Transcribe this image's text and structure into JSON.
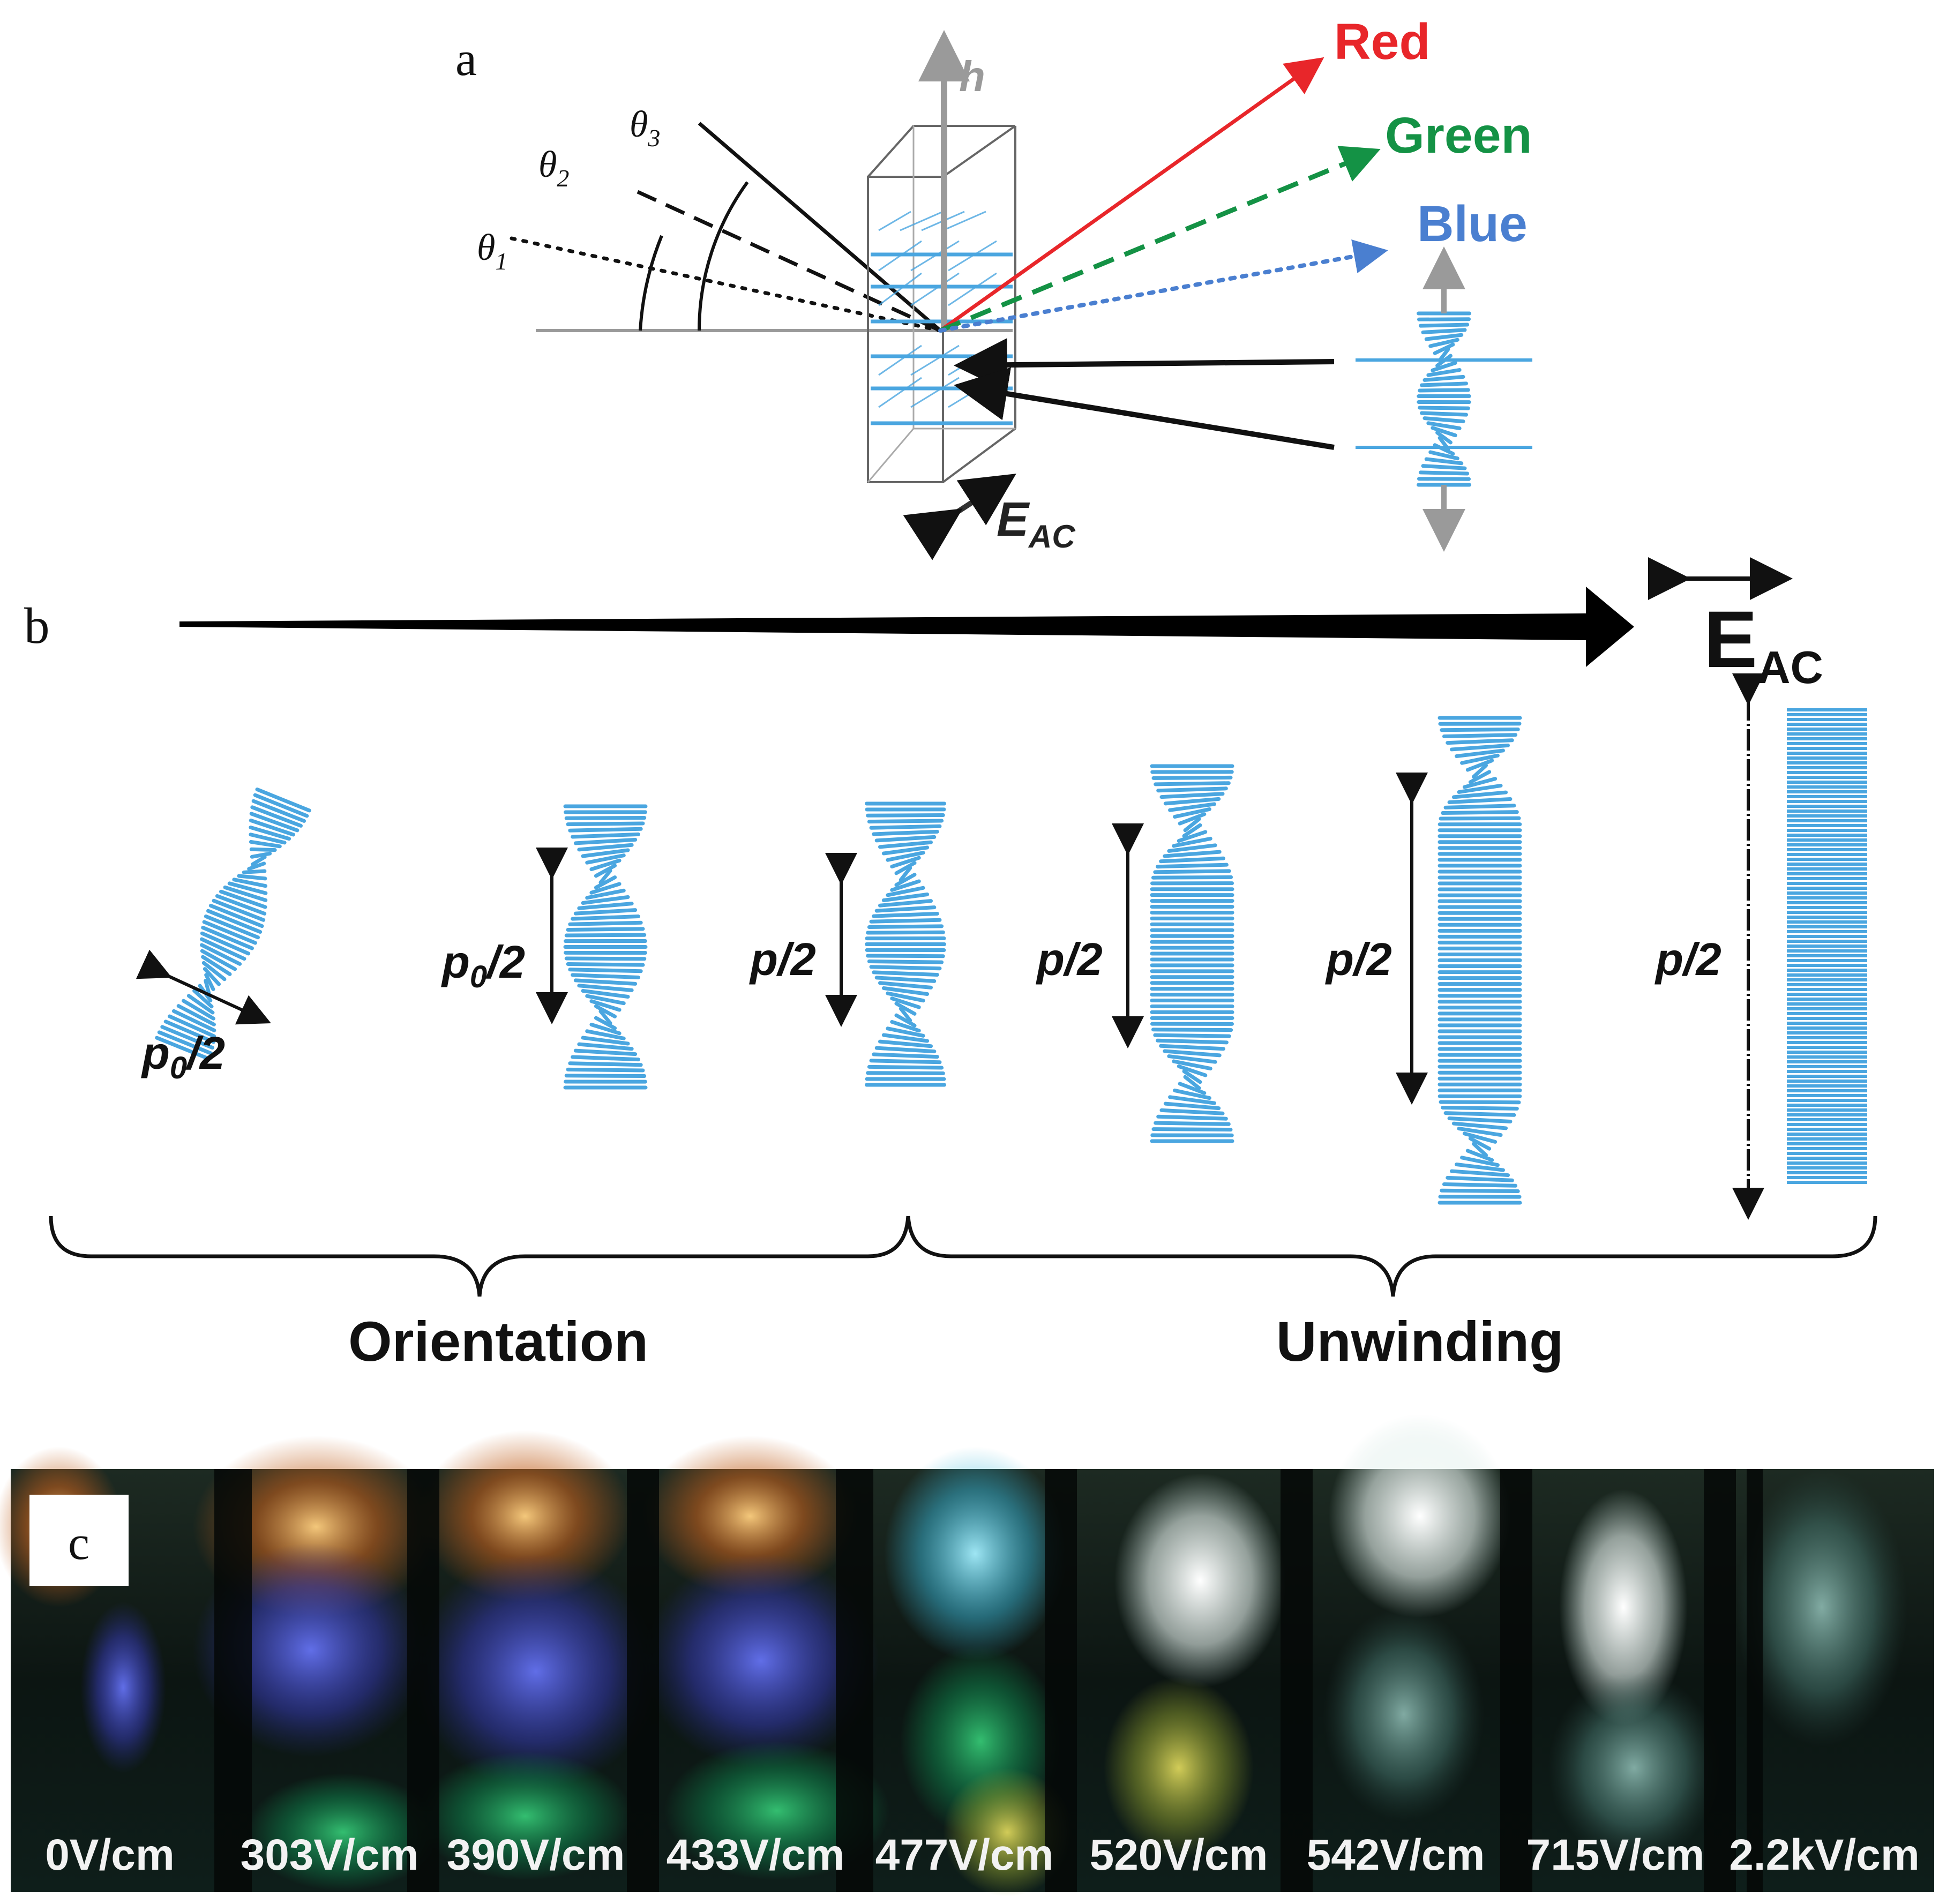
{
  "panel_a": {
    "label": "a",
    "h_label": "h",
    "theta1": "θ",
    "theta1_sub": "1",
    "theta2": "θ",
    "theta2_sub": "2",
    "theta3": "θ",
    "theta3_sub": "3",
    "red": "Red",
    "green": "Green",
    "blue": "Blue",
    "eac_main": "E",
    "eac_sub": "AC",
    "colors": {
      "red": "#e8262a",
      "green": "#149245",
      "blue": "#4a7fd0",
      "helix": "#4aa6e0",
      "gray": "#9a9a9a"
    }
  },
  "panel_b": {
    "label": "b",
    "eac_main": "E",
    "eac_sub": "AC",
    "pitch_labels": [
      {
        "p": "p",
        "sub": "0",
        "rest": "/2"
      },
      {
        "p": "p",
        "sub": "0",
        "rest": "/2"
      },
      {
        "p": "p",
        "sub": "",
        "rest": "/2"
      },
      {
        "p": "p",
        "sub": "",
        "rest": "/2"
      },
      {
        "p": "p",
        "sub": "",
        "rest": "/2"
      },
      {
        "p": "p",
        "sub": "",
        "rest": "/2"
      }
    ],
    "orientation": "Orientation",
    "unwinding": "Unwinding"
  },
  "panel_c": {
    "label": "c",
    "field_labels": [
      "0V/cm",
      "303V/cm",
      "390V/cm",
      "433V/cm",
      "477V/cm",
      "520V/cm",
      "542V/cm",
      "715V/cm",
      "2.2kV/cm"
    ]
  }
}
